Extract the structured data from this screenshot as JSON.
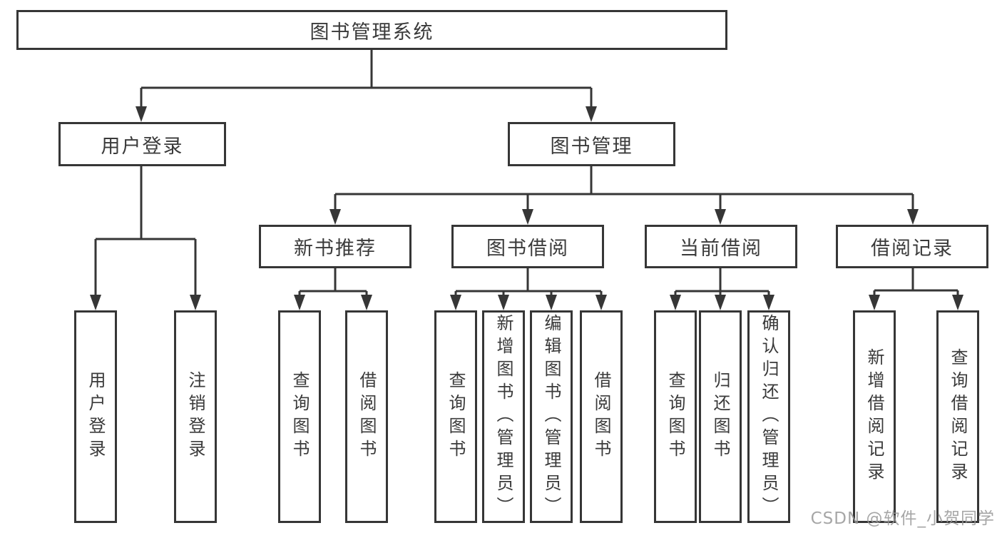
{
  "diagram": {
    "watermark": "CSDN @软件_小贺同学",
    "colors": {
      "line": "#363636",
      "text": "#3a3a3a",
      "box_background": "#ffffff",
      "watermark": "#969696"
    },
    "tree": {
      "label": "图书管理系统",
      "children": [
        {
          "label": "用户登录",
          "children": [
            {
              "label": "用户登录"
            },
            {
              "label": "注销登录"
            }
          ]
        },
        {
          "label": "图书管理",
          "children": [
            {
              "label": "新书推荐",
              "children": [
                {
                  "label": "查询图书"
                },
                {
                  "label": "借阅图书"
                }
              ]
            },
            {
              "label": "图书借阅",
              "children": [
                {
                  "label": "查询图书"
                },
                {
                  "label": "新增图书（管理员）"
                },
                {
                  "label": "编辑图书（管理员）"
                },
                {
                  "label": "借阅图书"
                }
              ]
            },
            {
              "label": "当前借阅",
              "children": [
                {
                  "label": "查询图书"
                },
                {
                  "label": "归还图书"
                },
                {
                  "label": "确认归还（管理员）"
                }
              ]
            },
            {
              "label": "借阅记录",
              "children": [
                {
                  "label": "新增借阅记录"
                },
                {
                  "label": "查询借阅记录"
                }
              ]
            }
          ]
        }
      ]
    }
  }
}
